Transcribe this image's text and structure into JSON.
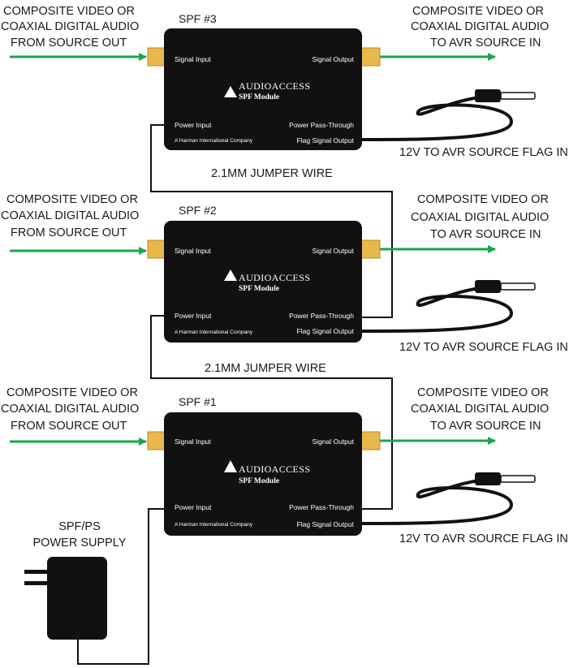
{
  "colors": {
    "arrow": "#1aa64b",
    "module": "#111111",
    "connector": "#e8b84a",
    "text": "#1a1a1a"
  },
  "modules": [
    {
      "id": "spf3",
      "title": "SPF #3",
      "signal_input": "Signal Input",
      "signal_output": "Signal Output",
      "power_input": "Power Input",
      "power_pass_through": "Power Pass-Through",
      "flag_signal_output": "Flag Signal Output",
      "brand": "AUDIOACCESS",
      "brand_sub": "SPF Module",
      "harman": "A Harman International Company",
      "left_label": [
        "COMPOSITE VIDEO OR",
        "COAXIAL DIGITAL AUDIO",
        "FROM SOURCE OUT"
      ],
      "right_label": [
        "COMPOSITE VIDEO OR",
        "COAXIAL DIGITAL AUDIO",
        "TO AVR SOURCE IN"
      ],
      "flag_label": "12V TO AVR SOURCE FLAG IN"
    },
    {
      "id": "spf2",
      "title": "SPF #2",
      "signal_input": "Signal Input",
      "signal_output": "Signal Output",
      "power_input": "Power Input",
      "power_pass_through": "Power Pass-Through",
      "flag_signal_output": "Flag Signal Output",
      "brand": "AUDIOACCESS",
      "brand_sub": "SPF Module",
      "harman": "A Harman International Company",
      "left_label": [
        "COMPOSITE VIDEO OR",
        "COAXIAL DIGITAL AUDIO",
        "FROM SOURCE OUT"
      ],
      "right_label": [
        "COMPOSITE VIDEO OR",
        "COAXIAL DIGITAL AUDIO",
        "TO AVR SOURCE IN"
      ],
      "flag_label": "12V TO AVR SOURCE FLAG IN"
    },
    {
      "id": "spf1",
      "title": "SPF #1",
      "signal_input": "Signal Input",
      "signal_output": "Signal Output",
      "power_input": "Power Input",
      "power_pass_through": "Power Pass-Through",
      "flag_signal_output": "Flag Signal Output",
      "brand": "AUDIOACCESS",
      "brand_sub": "SPF Module",
      "harman": "A Harman International Company",
      "left_label": [
        "COMPOSITE VIDEO OR",
        "COAXIAL DIGITAL AUDIO",
        "FROM SOURCE OUT"
      ],
      "right_label": [
        "COMPOSITE VIDEO OR",
        "COAXIAL DIGITAL AUDIO",
        "TO AVR SOURCE IN"
      ],
      "flag_label": "12V TO AVR SOURCE FLAG IN"
    }
  ],
  "jumpers": [
    "2.1MM JUMPER WIRE",
    "2.1MM JUMPER WIRE"
  ],
  "power_supply": [
    "SPF/PS",
    "POWER SUPPLY"
  ]
}
